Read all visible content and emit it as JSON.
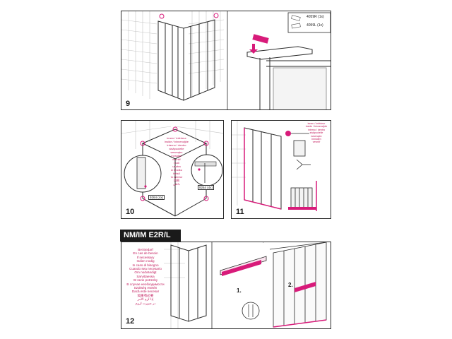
{
  "steps": {
    "s9": "9",
    "s10": "10",
    "s11": "11",
    "s12": "12"
  },
  "parts": {
    "p1": "4059R (1x)",
    "p2": "4059L (1x)",
    "p3": "9264 (4x)",
    "p4": "9264 (4x)"
  },
  "model_badge": "NM/IM E2R/L",
  "callouts": {
    "one": "1.",
    "two": "2."
  },
  "multilang_inside": [
    "innen / intérieur",
    "inside / binnenzijde",
    "interno / dentro",
    "sisäpuolelle",
    "wewnątrz",
    "innsiden",
    "vevnitř",
    "inuti",
    "unutra",
    "w środku",
    "belső",
    "în interior",
    "内侧",
    "داخلي"
  ],
  "multilang_need": [
    "Bei Bedarf",
    "En cas de besoin",
    "If necessary",
    "Indien nodig",
    "In caso di bisogno",
    "Cuando sea necesario",
    "Om nodvändigt",
    "Sarvittaessa",
    "W razie potrzeby",
    "В случае необходимости",
    "Szükség esetén",
    "Dacă este necesar",
    "如果有必要",
    "إذا لزم الأمر",
    "در صورت لزوم"
  ],
  "colors": {
    "accent": "#d81b7a",
    "line": "#2a2a2a",
    "tile": "#bdbdbd"
  }
}
